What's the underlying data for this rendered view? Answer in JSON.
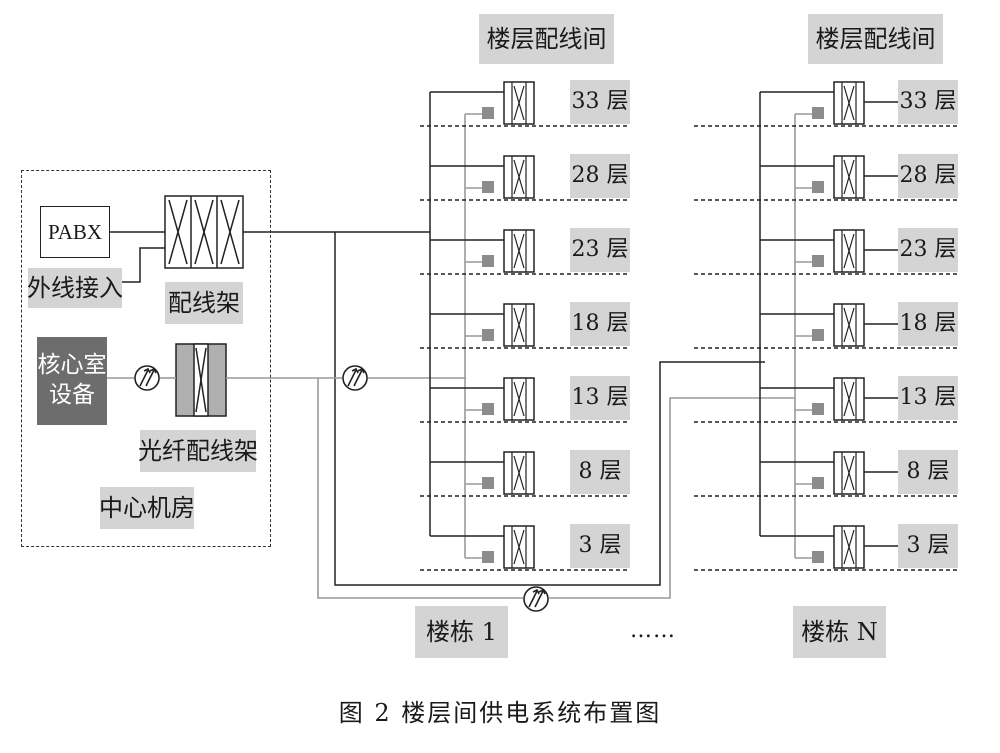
{
  "header_left": "楼层配线间",
  "header_right": "楼层配线间",
  "floors": [
    "33 层",
    "28 层",
    "23 层",
    "18 层",
    "13 层",
    "8 层",
    "3 层"
  ],
  "pabx": "PABX",
  "outside_line": "外线接入",
  "patch_panel": "配线架",
  "core_line1": "核心室",
  "core_line2": "设备",
  "fiber_panel": "光纤配线架",
  "center_room": "中心机房",
  "building_1": "楼栋 1",
  "building_n": "楼栋 N",
  "ellipsis": "……",
  "caption": "图 2   楼层间供电系统布置图"
}
